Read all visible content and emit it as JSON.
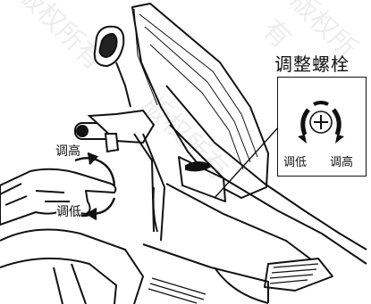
{
  "callout": {
    "title": "调整螺栓",
    "lower_label": "调低",
    "raise_label": "调高"
  },
  "hand": {
    "raise_label": "调高",
    "lower_label": "调低"
  },
  "watermark": "版权所有"
}
